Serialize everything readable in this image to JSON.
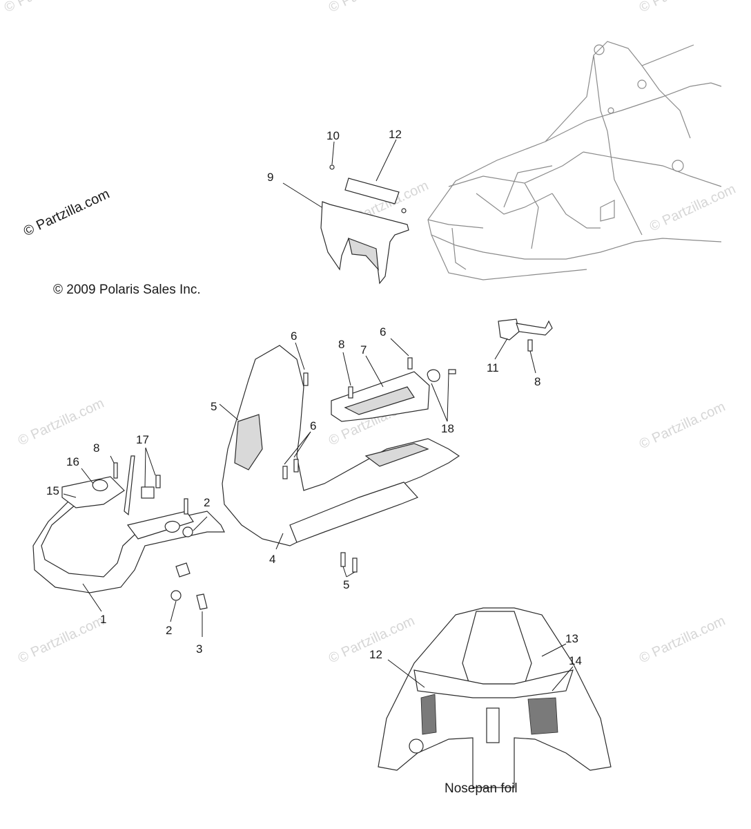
{
  "watermark_brand": "© Partzilla.com",
  "copyright": "© 2009 Polaris Sales Inc.",
  "inset_caption": "Nosepan foil",
  "callouts": {
    "c1": "1",
    "c2a": "2",
    "c2b": "2",
    "c3": "3",
    "c4": "4",
    "c5a": "5",
    "c5b": "5",
    "c6a": "6",
    "c6b": "6",
    "c6c": "6",
    "c7": "7",
    "c8a": "8",
    "c8b": "8",
    "c8c": "8",
    "c9": "9",
    "c10": "10",
    "c11": "11",
    "c12a": "12",
    "c12b": "12",
    "c13": "13",
    "c14": "14",
    "c15": "15",
    "c16": "16",
    "c17": "17",
    "c18": "18"
  }
}
